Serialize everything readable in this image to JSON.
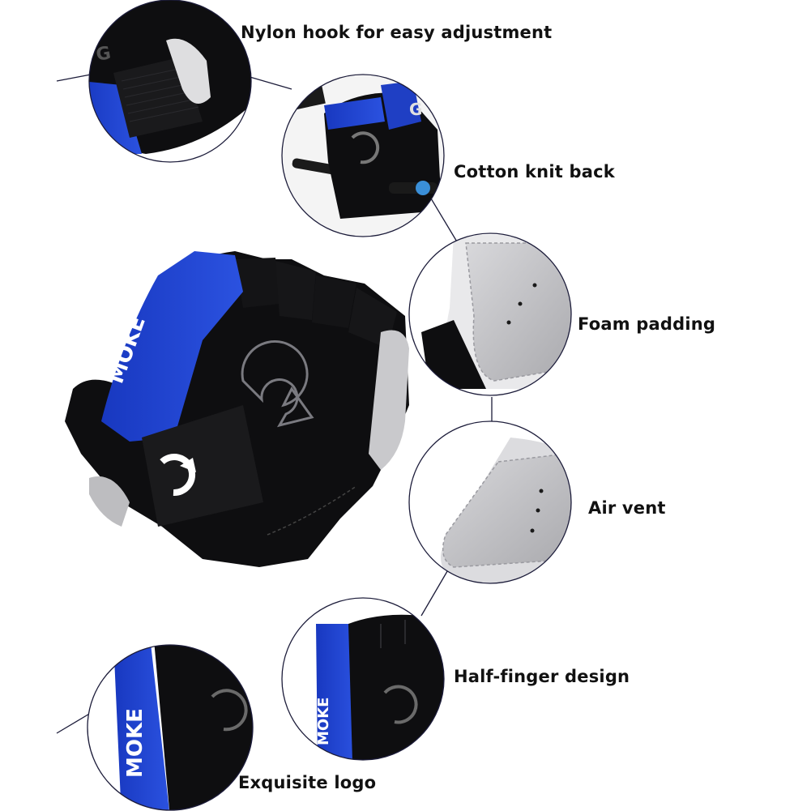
{
  "labels": {
    "nylon_hook": "Nylon hook for easy adjustment",
    "cotton_back": "Cotton knit back",
    "foam_padding": "Foam padding",
    "air_vent": "Air vent",
    "half_finger": "Half-finger design",
    "exquisite_logo": "Exquisite logo"
  },
  "brand": {
    "logo_text": "MOKE"
  },
  "colors": {
    "accent_blue": "#1f3fc4",
    "glove_black": "#0e0e10",
    "padding_gray": "#c9c9cc",
    "connector_line": "#1c1c3a"
  }
}
